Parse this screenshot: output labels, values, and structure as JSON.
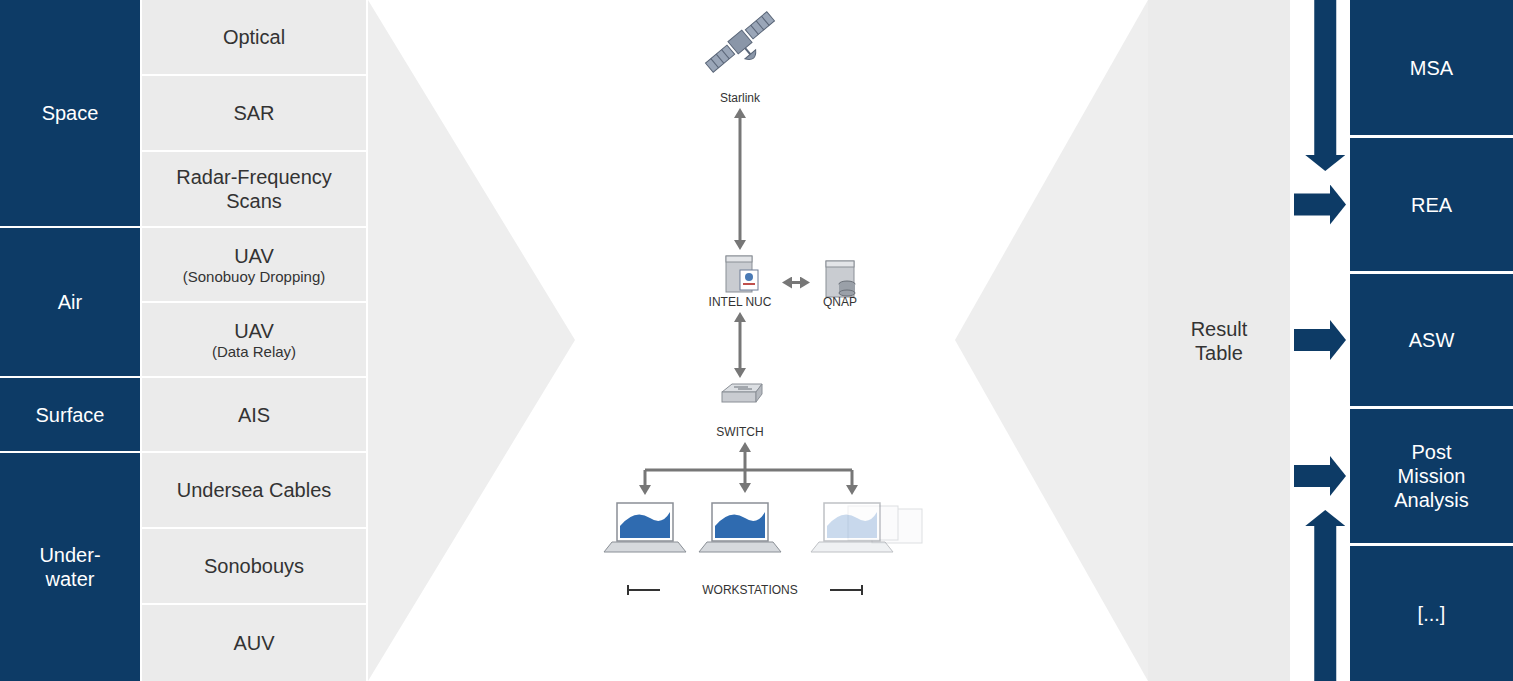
{
  "diagram": {
    "nodes": [
      {
        "text": [
          "Space"
        ]
      },
      {
        "text": [
          "Optical"
        ]
      },
      {
        "text": [
          "SAR"
        ]
      },
      {
        "text": [
          "Radar-Frequency Scans"
        ]
      },
      {
        "text": [
          "Air"
        ]
      },
      {
        "text": [
          "UAV",
          "(Sonobuoy Dropping)"
        ]
      },
      {
        "text": [
          "UAV",
          "(Data Relay)"
        ]
      },
      {
        "text": [
          "Surface"
        ]
      },
      {
        "text": [
          "AIS"
        ]
      },
      {
        "text": [
          "Under- water"
        ]
      },
      {
        "text": [
          "Undersea Cables"
        ]
      },
      {
        "text": [
          "Sonobouys"
        ]
      },
      {
        "text": [
          "AUV"
        ]
      },
      {
        "text": [
          "Starlink"
        ]
      },
      {
        "text": [
          "INTEL NUC"
        ]
      },
      {
        "text": [
          "QNAP"
        ]
      },
      {
        "text": [
          "SWITCH"
        ]
      },
      {
        "text": [
          "WORKSTATIONS"
        ]
      },
      {
        "text": [
          "Result Table"
        ]
      },
      {
        "text": [
          "MSA"
        ]
      },
      {
        "text": [
          "REA"
        ]
      },
      {
        "text": [
          "ASW"
        ]
      },
      {
        "text": [
          "Post Mission Analysis"
        ]
      },
      {
        "text": [
          "[...]"
        ]
      }
    ],
    "edges": [
      {
        "from": 13,
        "to": 14,
        "arrow": "both"
      },
      {
        "from": 14,
        "to": 15,
        "arrow": "both"
      },
      {
        "from": 14,
        "to": 16,
        "arrow": "both"
      },
      {
        "from": 16,
        "to": 17,
        "arrow": "both"
      },
      {
        "from": 18,
        "to": 19,
        "arrow": "to"
      },
      {
        "from": 18,
        "to": 20,
        "arrow": "to"
      },
      {
        "from": 18,
        "to": 21,
        "arrow": "to"
      },
      {
        "from": 18,
        "to": 22,
        "arrow": "to"
      },
      {
        "from": 18,
        "to": 23,
        "arrow": "to"
      }
    ]
  }
}
